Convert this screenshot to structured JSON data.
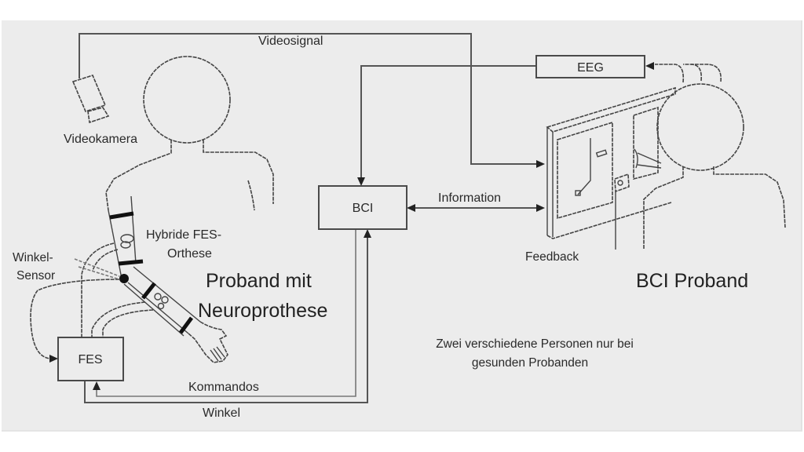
{
  "diagram": {
    "title": "BCI-gesteuerte Neuroprothese",
    "labels": {
      "videosignal": "Videosignal",
      "videokamera": "Videokamera",
      "eeg": "EEG",
      "bci": "BCI",
      "information": "Information",
      "feedback": "Feedback",
      "fes": "FES",
      "kommandos": "Kommandos",
      "winkel": "Winkel",
      "winkel_sensor_line1": "Winkel-",
      "winkel_sensor_line2": "Sensor",
      "orthese_line1": "Hybride FES-",
      "orthese_line2": "Orthese",
      "proband_line1": "Proband mit",
      "proband_line2": "Neuroprothese",
      "bci_proband": "BCI Proband",
      "note_line1": "Zwei verschiedene Personen nur bei",
      "note_line2": "gesunden Probanden"
    },
    "nodes": [
      {
        "id": "videokamera",
        "label": "Videokamera"
      },
      {
        "id": "eeg",
        "label": "EEG"
      },
      {
        "id": "bci",
        "label": "BCI"
      },
      {
        "id": "fes",
        "label": "FES"
      },
      {
        "id": "feedback",
        "label": "Feedback"
      },
      {
        "id": "orthese",
        "label": "Hybride FES-Orthese"
      },
      {
        "id": "winkel-sensor",
        "label": "Winkel-Sensor"
      }
    ],
    "edges": [
      {
        "from": "videokamera",
        "to": "feedback",
        "label": "Videosignal"
      },
      {
        "from": "eeg",
        "to": "bci",
        "label": ""
      },
      {
        "from": "bci",
        "to": "feedback",
        "label": "Information",
        "bidirectional": true
      },
      {
        "from": "bci",
        "to": "fes",
        "label": "Kommandos"
      },
      {
        "from": "fes",
        "to": "bci",
        "label": "Winkel"
      },
      {
        "from": "winkel-sensor",
        "to": "fes",
        "label": ""
      },
      {
        "from": "fes",
        "to": "orthese",
        "label": ""
      }
    ]
  }
}
